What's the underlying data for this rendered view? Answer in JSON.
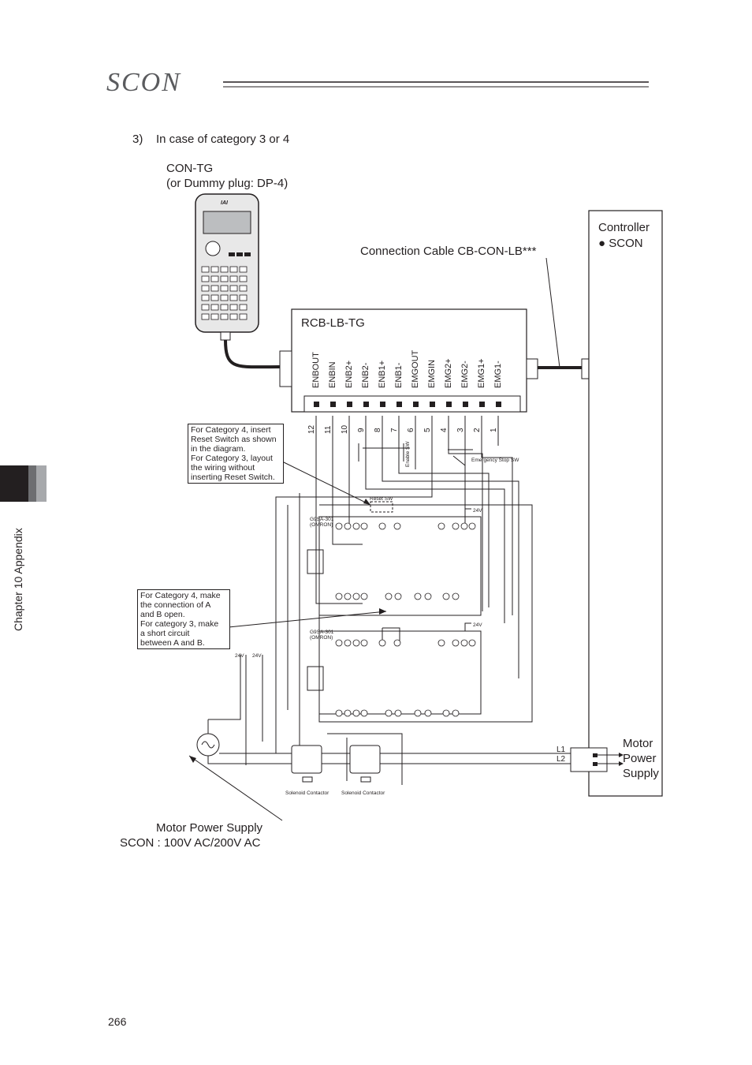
{
  "header": {
    "logo_text": "SCON"
  },
  "section_title": "3)    In case of category 3 or 4",
  "pendant": {
    "label_line1": "CON-TG",
    "label_line2": "(or Dummy plug: DP-4)",
    "brand": "IAI"
  },
  "cable_label": "Connection Cable CB-CON-LB***",
  "controller": {
    "title": "Controller",
    "item": "● SCON",
    "motor_power_1": "Motor",
    "motor_power_2": "Power",
    "motor_power_3": "Supply",
    "l1": "L1",
    "l2": "L2"
  },
  "box": {
    "title": "RCB-LB-TG",
    "signals": [
      "ENBOUT",
      "ENBIN",
      "ENB2+",
      "ENB2-",
      "ENB1+",
      "ENB1-",
      "EMGOUT",
      "EMGIN",
      "EMG2+",
      "EMG2-",
      "EMG1+",
      "EMG1-"
    ],
    "pins": [
      "12",
      "11",
      "10",
      "9",
      "8",
      "7",
      "6",
      "5",
      "4",
      "3",
      "2",
      "1"
    ]
  },
  "notes": {
    "reset": [
      "For Category 4, insert",
      "Reset Switch as shown",
      "in the diagram.",
      "For Category 3, layout",
      "the wiring without",
      "inserting Reset Switch."
    ],
    "ab": [
      "For Category 4, make",
      "the connection of A",
      "and B open.",
      "For category 3, make",
      "a short circuit",
      "between A and B."
    ]
  },
  "small_labels": {
    "enable_sw": "Enable SW",
    "emergency_sw": "Emergency Stop SW",
    "reset_sw": "Reset SW",
    "relay1_a": "G9SA-301",
    "relay1_b": "(OMRON)",
    "relay2_a": "G9SA-301",
    "relay2_b": "(OMRON)",
    "v24_1": "24V",
    "v24_2": "24V",
    "v24_3": "24V",
    "v24_4": "24V",
    "solenoid_1": "Solenoid Contactor",
    "solenoid_2": "Solenoid Contactor"
  },
  "supply_label_1": "Motor Power Supply",
  "supply_label_2": "SCON : 100V AC/200V AC",
  "sidebar": {
    "chapter": "Chapter 10 Appendix"
  },
  "page_number": "266"
}
